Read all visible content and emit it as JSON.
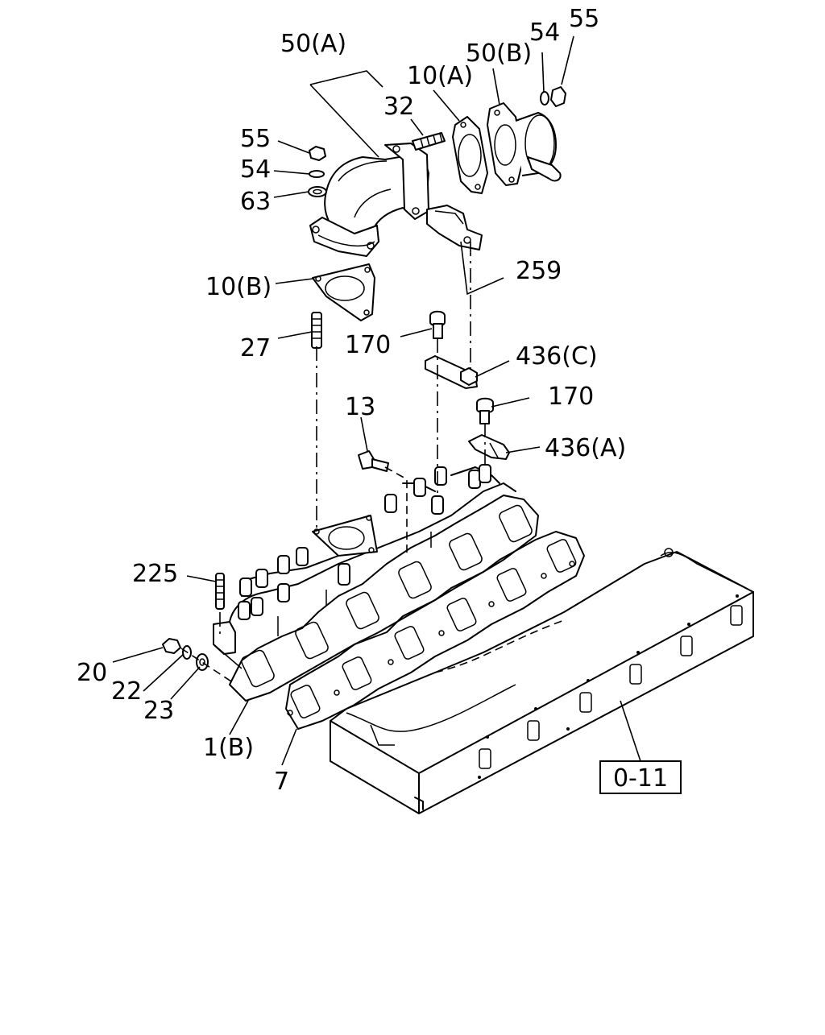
{
  "labels": {
    "p50a": "50(A)",
    "p50b": "50(B)",
    "p10a": "10(A)",
    "p10b": "10(B)",
    "p32": "32",
    "p54_top": "54",
    "p55_top": "55",
    "p55_left": "55",
    "p54_left": "54",
    "p63": "63",
    "p259": "259",
    "p27": "27",
    "p170_a": "170",
    "p170_b": "170",
    "p436c": "436(C)",
    "p436a": "436(A)",
    "p13": "13",
    "p225": "225",
    "p20": "20",
    "p22": "22",
    "p23": "23",
    "p1b": "1(B)",
    "p7": "7",
    "ref_box": "0-11"
  }
}
